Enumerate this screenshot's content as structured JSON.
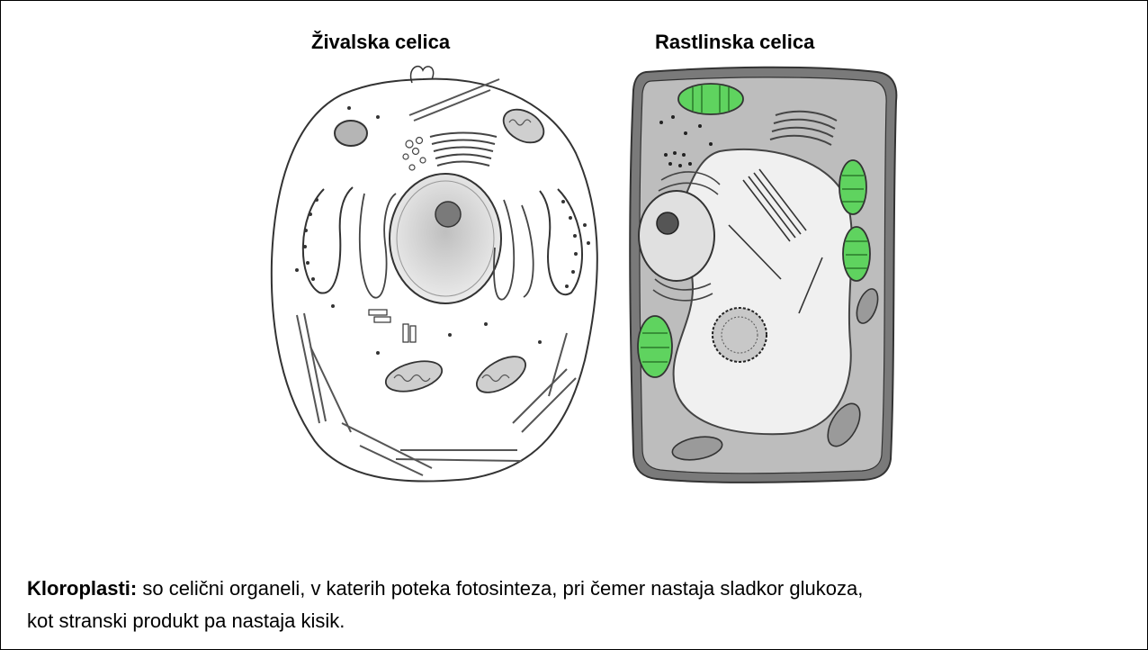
{
  "titles": {
    "animal_cell": "Živalska celica",
    "plant_cell": "Rastlinska celica"
  },
  "caption": {
    "term": "Kloroplasti:",
    "line1": " so celični organeli, v katerih poteka fotosinteza, pri čemer nastaja sladkor glukoza,",
    "line2": "kot stranski produkt pa nastaja kisik."
  },
  "colors": {
    "chloroplast": "#5fd35f",
    "plant_cytoplasm": "#bdbdbd",
    "vacuole": "#f0f0f0",
    "cell_wall": "#7a7a7a",
    "nucleus": "#d6d6d6",
    "nucleolus": "#7a7a7a"
  }
}
